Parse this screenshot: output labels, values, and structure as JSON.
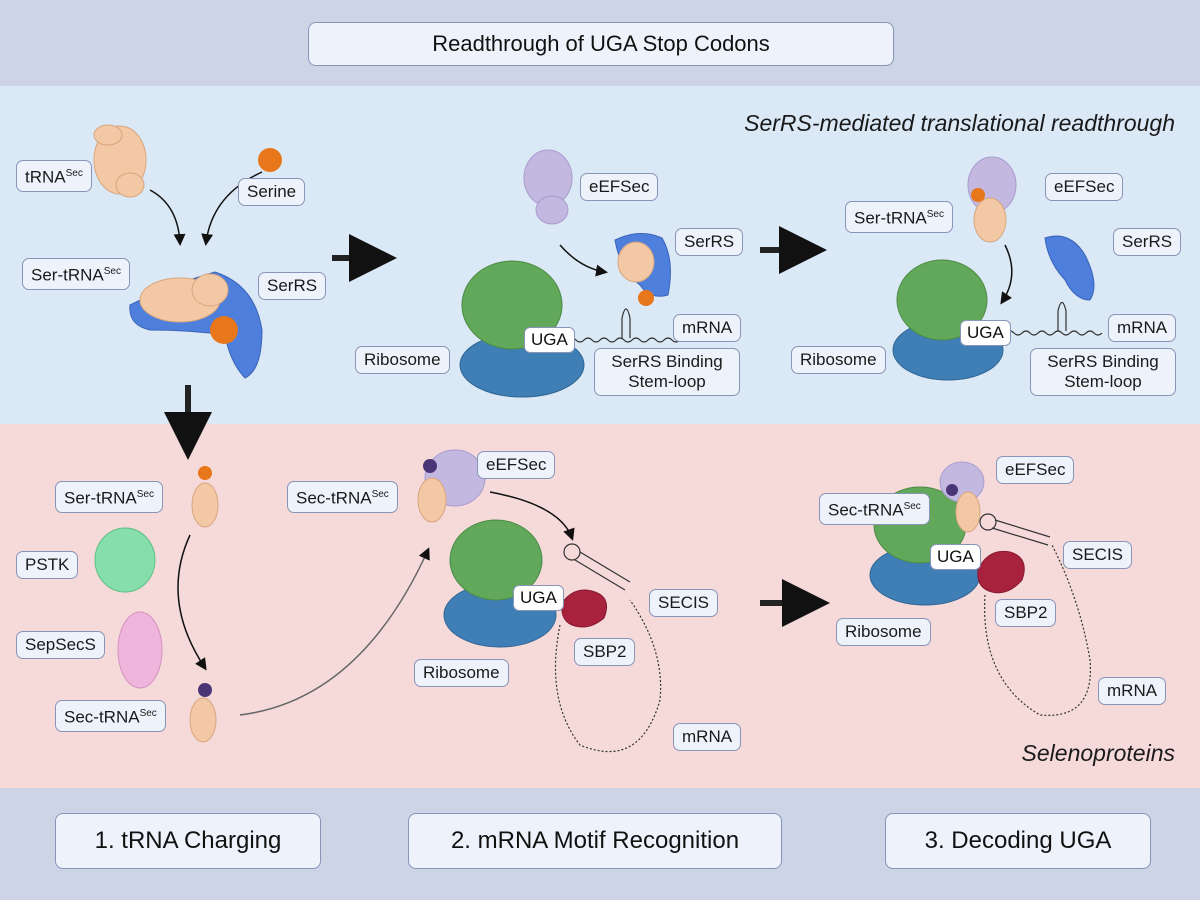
{
  "title": "Readthrough of UGA Stop Codons",
  "sections": {
    "serrs_title": "SerRS-mediated translational readthrough",
    "seleno_title": "Selenoproteins"
  },
  "labels": {
    "trna_sec": "tRNA",
    "sec_sup": "Sec",
    "serine": "Serine",
    "ser_trna": "Ser-tRNA",
    "sec_trna": "Sec-tRNA",
    "serrs": "SerRS",
    "eefsec": "eEFSec",
    "mrna": "mRNA",
    "ribosome": "Ribosome",
    "uga": "UGA",
    "stem_loop": "SerRS Binding Stem-loop",
    "pstk": "PSTK",
    "sepsecs": "SepSecS",
    "secis": "SECIS",
    "sbp2": "SBP2"
  },
  "steps": [
    "1. tRNA Charging",
    "2. mRNA Motif Recognition",
    "3. Decoding UGA"
  ],
  "colors": {
    "trna": "#f2c9a4",
    "serine": "#e8761a",
    "serrs": "#4f7fdc",
    "eefsec": "#c3b8e0",
    "ribosome_small": "#3f7fb5",
    "ribosome_large": "#62a85a",
    "pstk": "#86dfaa",
    "sepsecs": "#f0b5dc",
    "selenocysteine": "#4a3576",
    "sbp2": "#a8223e"
  }
}
